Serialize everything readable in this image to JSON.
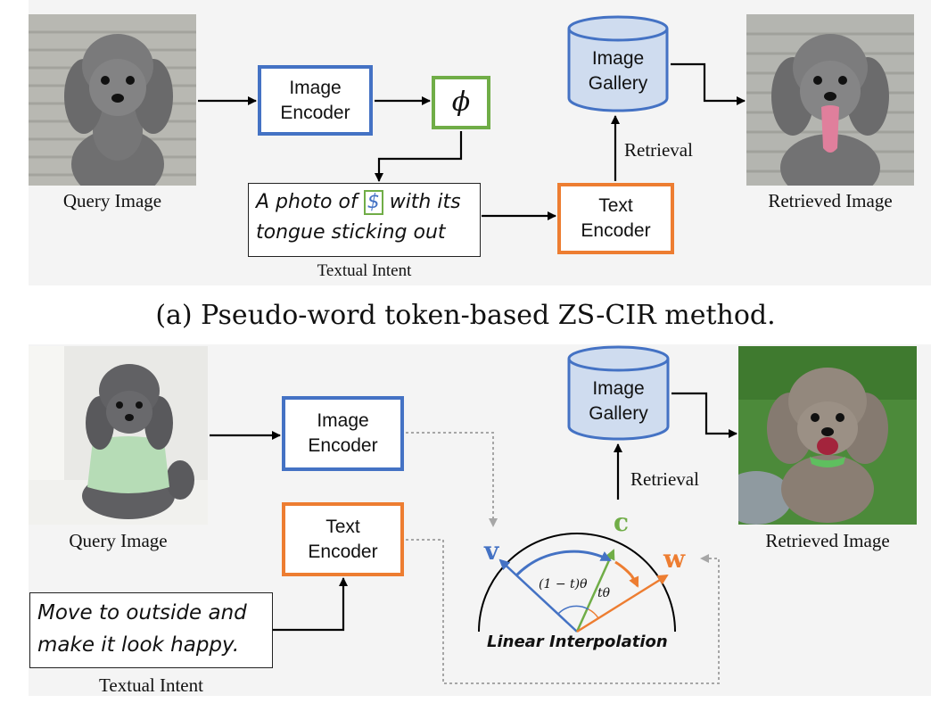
{
  "colors": {
    "blue": "#4472c4",
    "orange": "#ed7d31",
    "green": "#70ad47",
    "db_fill": "#cfdcef"
  },
  "top": {
    "query_caption": "Query Image",
    "image_encoder": [
      "Image",
      "Encoder"
    ],
    "phi": "ϕ",
    "intent_line1_pre": "A photo of ",
    "intent_token": "$",
    "intent_line1_post": " with its",
    "intent_line2": "tongue sticking out",
    "intent_caption": "Textual Intent",
    "text_encoder": [
      "Text",
      "Encoder"
    ],
    "gallery": [
      "Image",
      "Gallery"
    ],
    "retrieval_label": "Retrieval",
    "retrieved_caption": "Retrieved Image"
  },
  "subtitle": "(a) Pseudo-word token-based ZS-CIR method.",
  "bottom": {
    "query_caption": "Query Image",
    "image_encoder": [
      "Image",
      "Encoder"
    ],
    "text_encoder": [
      "Text",
      "Encoder"
    ],
    "intent_line1": "Move to outside and",
    "intent_line2": "make it look happy.",
    "intent_caption": "Textual Intent",
    "gallery": [
      "Image",
      "Gallery"
    ],
    "retrieval_label": "Retrieval",
    "retrieved_caption": "Retrieved Image",
    "vec_v": "v",
    "vec_c": "c",
    "vec_w": "w",
    "angle_1": "(1 − t)θ",
    "angle_2": "tθ",
    "interp_label": "Linear Interpolation"
  },
  "icons": [
    "poodle-photo",
    "database-icon",
    "arrow-icon"
  ]
}
